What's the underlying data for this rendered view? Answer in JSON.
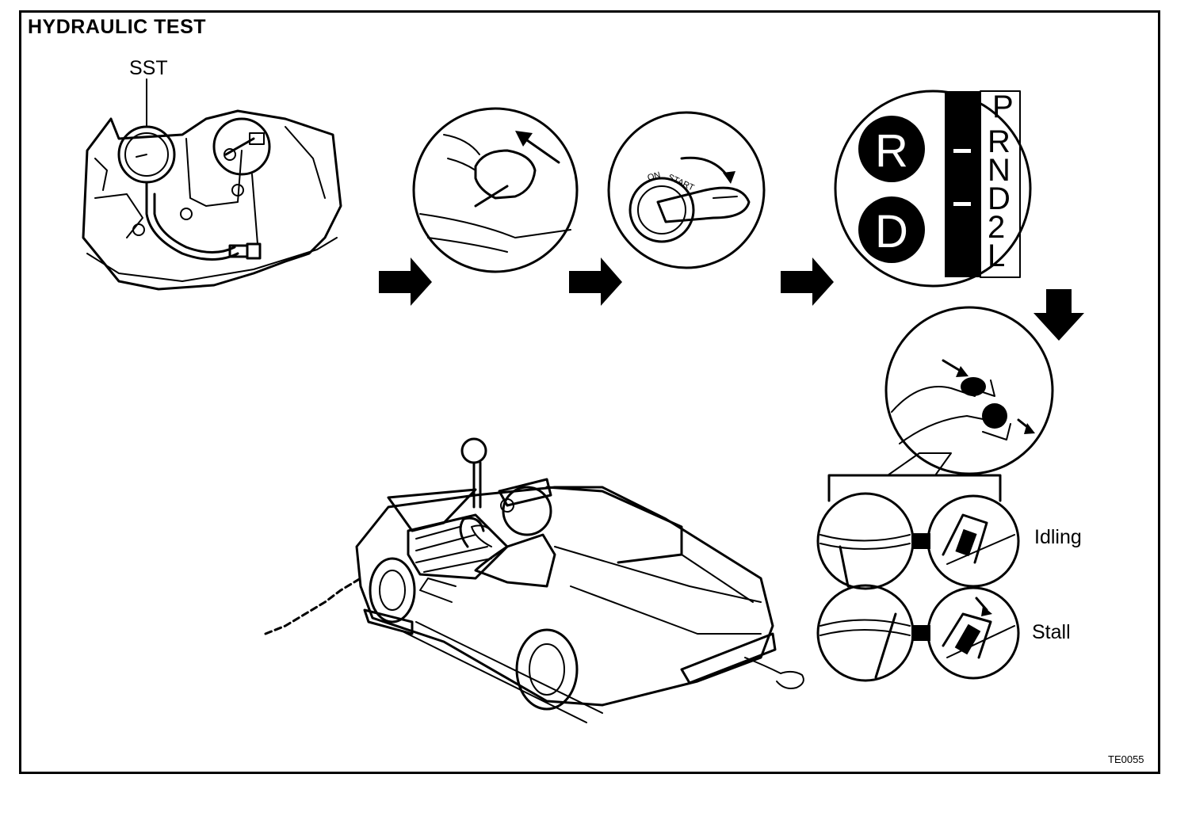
{
  "title": "HYDRAULIC TEST",
  "callouts": {
    "sst": "SST",
    "idling": "Idling",
    "stall": "Stall"
  },
  "figure_code": "TE0055",
  "shift_selector": {
    "positions": [
      "P",
      "R",
      "N",
      "D",
      "2",
      "L"
    ],
    "tested_ranges": [
      "R",
      "D"
    ]
  },
  "key_switch": {
    "marks": [
      "ON",
      "START"
    ]
  },
  "icons": [
    "arrow-right-icon",
    "arrow-down-icon"
  ]
}
